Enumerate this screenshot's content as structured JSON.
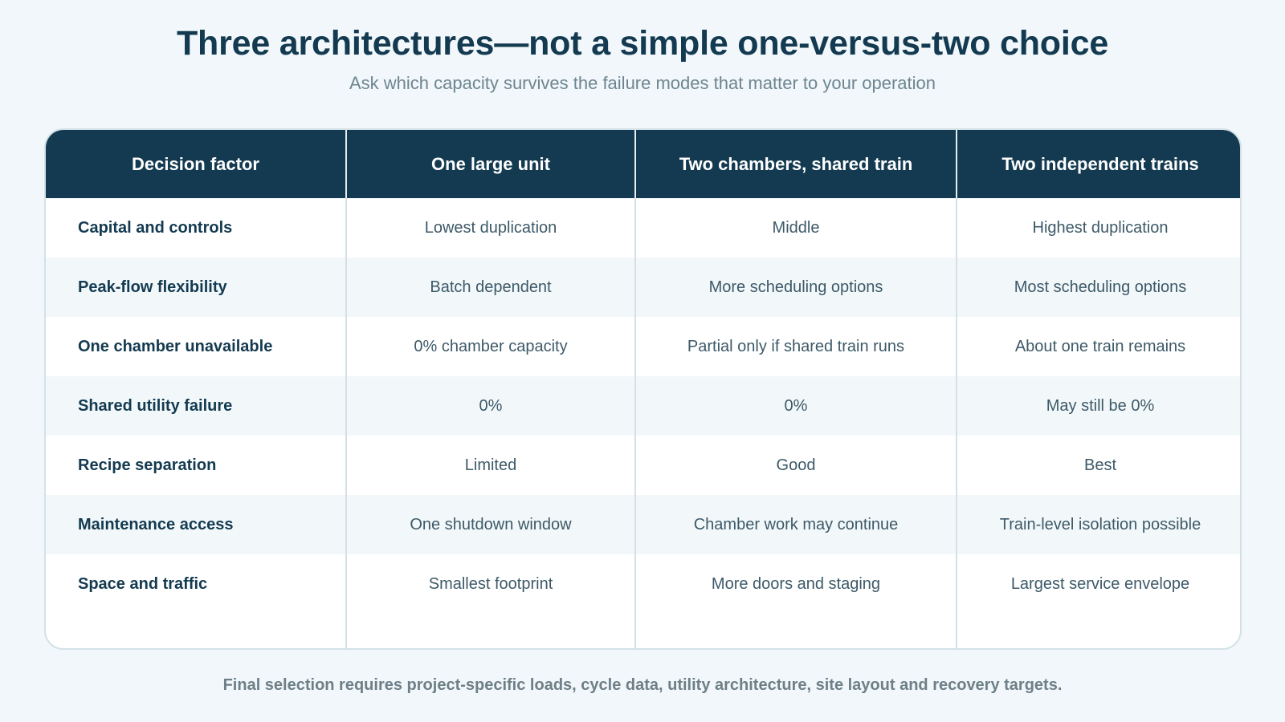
{
  "header": {
    "title": "Three architectures—not a simple one-versus-two choice",
    "subtitle": "Ask which capacity survives the failure modes that matter to your operation"
  },
  "table": {
    "columns": [
      "Decision factor",
      "One large unit",
      "Two chambers, shared train",
      "Two independent trains"
    ],
    "rows": [
      [
        "Capital and controls",
        "Lowest duplication",
        "Middle",
        "Highest duplication"
      ],
      [
        "Peak-flow flexibility",
        "Batch dependent",
        "More scheduling options",
        "Most scheduling options"
      ],
      [
        "One chamber unavailable",
        "0% chamber capacity",
        "Partial only if shared train runs",
        "About one train remains"
      ],
      [
        "Shared utility failure",
        "0%",
        "0%",
        "May still be 0%"
      ],
      [
        "Recipe separation",
        "Limited",
        "Good",
        "Best"
      ],
      [
        "Maintenance access",
        "One shutdown window",
        "Chamber work may continue",
        "Train-level isolation possible"
      ],
      [
        "Space and traffic",
        "Smallest footprint",
        "More doors and staging",
        "Largest service envelope"
      ]
    ]
  },
  "footer": {
    "note": "Final selection requires project-specific loads, cycle data, utility architecture, site layout and recovery targets."
  },
  "colors": {
    "header_bg": "#133a50",
    "page_bg": "#f1f7fa",
    "row_alt": "#f2f8fa",
    "border": "#d3e1e7"
  }
}
